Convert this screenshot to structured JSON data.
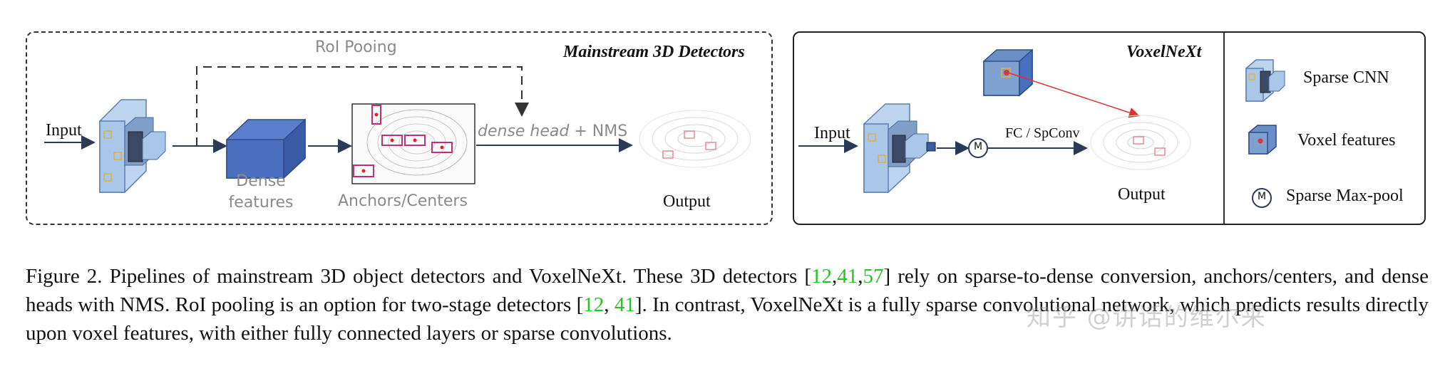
{
  "left_panel": {
    "title": "Mainstream 3D Detectors",
    "input_label": "Input",
    "roi_label": "RoI Pooing",
    "dense_label_line1": "Dense",
    "dense_label_line2": "features",
    "anchors_label": "Anchors/Centers",
    "head_label_italic": "dense head",
    "head_label_rest": " + NMS",
    "output_label": "Output"
  },
  "right_panel": {
    "title": "VoxelNeXt",
    "input_label": "Input",
    "fc_label": "FC / SpConv",
    "m_symbol": "M",
    "output_label": "Output"
  },
  "legend": {
    "sparse_cnn": "Sparse CNN",
    "voxel_features": "Voxel features",
    "m_symbol": "M",
    "sparse_maxpool": "Sparse Max-pool"
  },
  "caption": {
    "p1": "Figure 2. Pipelines of mainstream 3D object detectors and VoxelNeXt. These 3D detectors [",
    "c1": "12",
    "s1": ",",
    "c2": "41",
    "s2": ",",
    "c3": "57",
    "p2": "] rely on sparse-to-dense conversion, anchors/centers, and dense heads with NMS. RoI pooling is an option for two-stage detectors [",
    "c4": "12",
    "s3": ", ",
    "c5": "41",
    "p3": "]. In contrast, VoxelNeXt is a fully sparse convolutional network, which predicts results directly upon voxel features, with either fully connected layers or sparse convolutions."
  },
  "watermark": "知乎 @讲话的维尔来",
  "colors": {
    "dense_block": "#4a6fbf",
    "sparse_block": "#a9c7e8",
    "anchor_box": "#c0307a",
    "arrow": "#2b3a55",
    "citation": "#22c522",
    "gray_text": "#8a8a8a"
  }
}
